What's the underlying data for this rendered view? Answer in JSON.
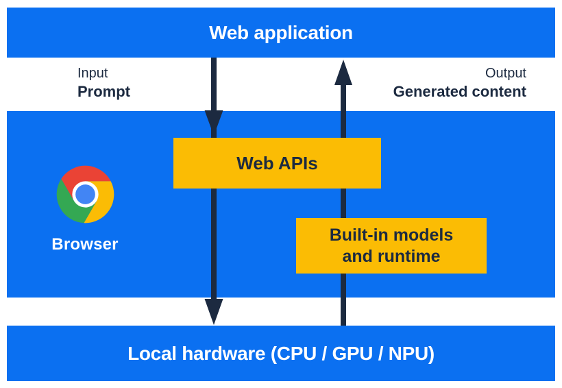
{
  "colors": {
    "background": "#ffffff",
    "panel-blue": "#0b70f1",
    "box-yellow": "#fbbc04",
    "ink": "#1c2a40",
    "text-on-blue": "#ffffff",
    "chrome-red": "#ea4335",
    "chrome-green": "#34a853",
    "chrome-yellow": "#fbbc05",
    "chrome-blue": "#4285f4"
  },
  "top_bar": {
    "label": "Web application"
  },
  "flow": {
    "input": {
      "caption": "Input",
      "label": "Prompt"
    },
    "output": {
      "caption": "Output",
      "label": "Generated content"
    }
  },
  "browser": {
    "label": "Browser",
    "logo_icon": "chrome-logo"
  },
  "boxes": {
    "web_apis": {
      "label": "Web APIs"
    },
    "builtin": {
      "line1": "Built-in models",
      "line2": "and runtime"
    }
  },
  "bottom_bar": {
    "label": "Local hardware (CPU / GPU / NPU)"
  }
}
